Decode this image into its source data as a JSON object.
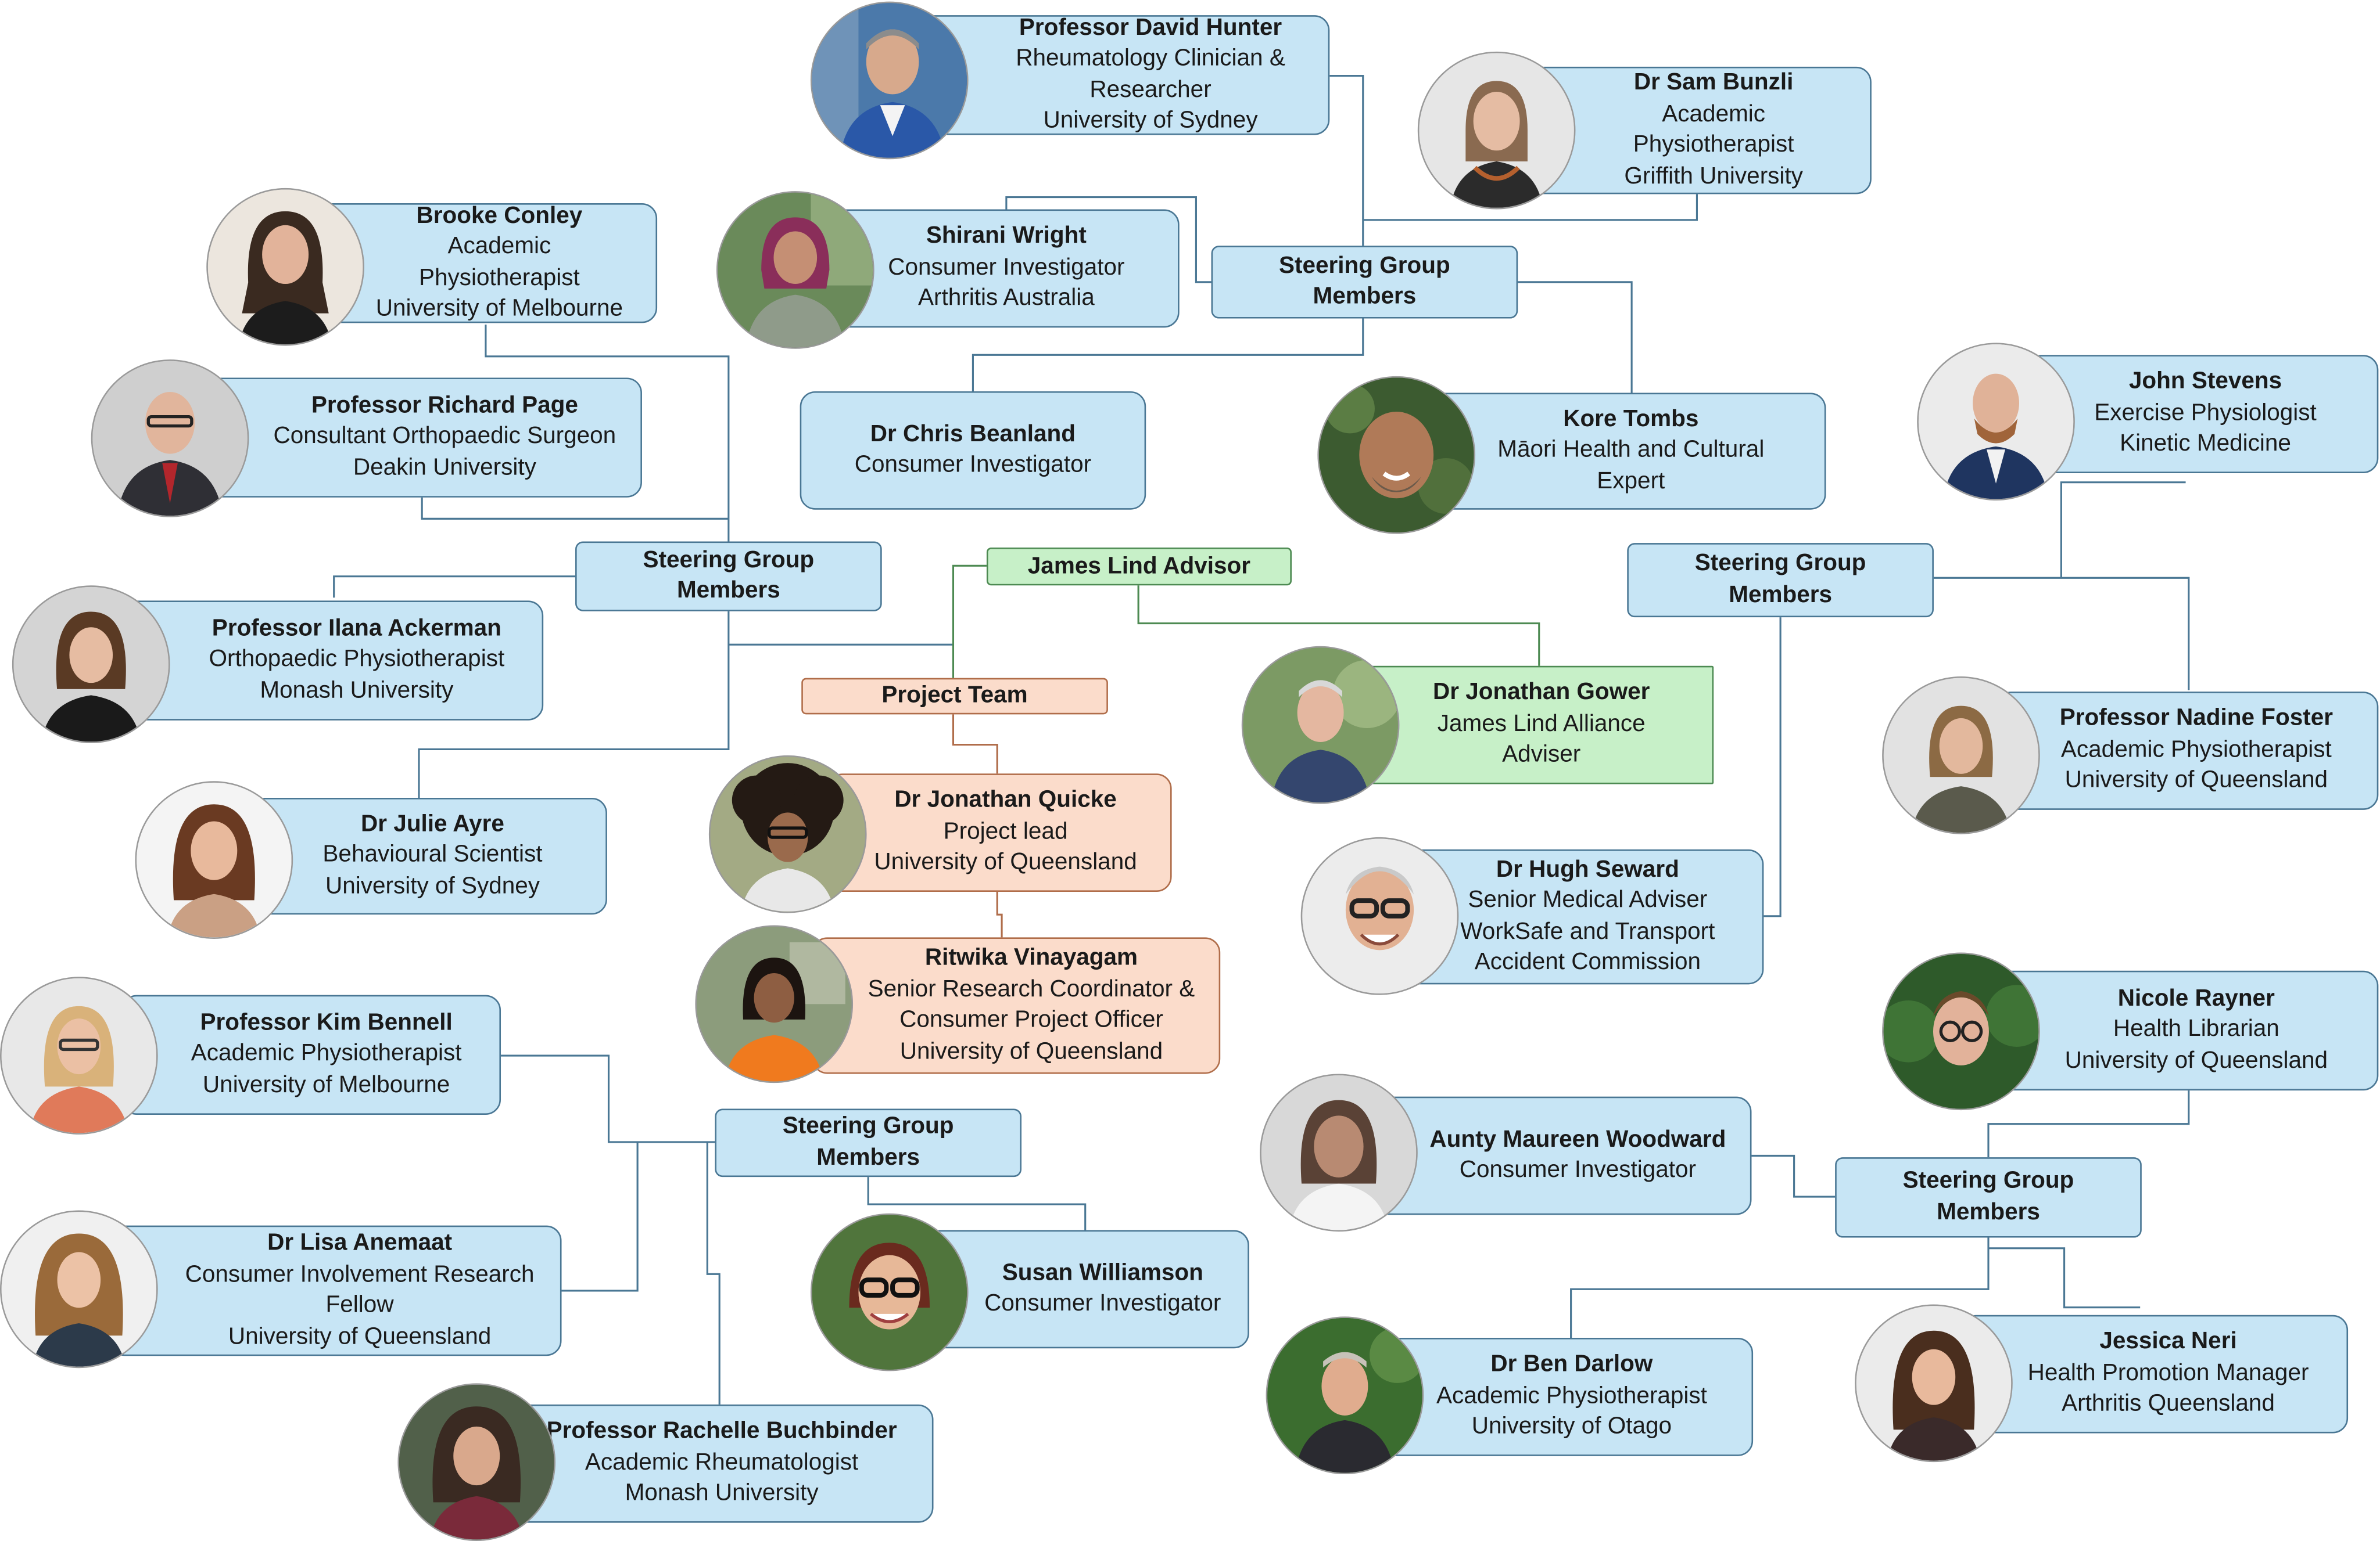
{
  "colors": {
    "card_blue": "#c7e5f5",
    "card_green": "#c7f0c8",
    "card_peach": "#fbdccb",
    "connector": "#4a7794",
    "connector_green": "#4d8a52",
    "connector_peach": "#b06d4a"
  },
  "labels": {
    "steering_group": "Steering Group Members",
    "james_lind": "James Lind Advisor",
    "project_team": "Project Team"
  },
  "people": [
    {
      "name": "Professor David Hunter",
      "lines": [
        "Rheumatology Clinician &",
        "Researcher",
        "University of Sydney"
      ],
      "icon": "portrait-photo-icon"
    },
    {
      "name": "Dr Sam Bunzli",
      "lines": [
        "Academic",
        "Physiotherapist",
        "Griffith University"
      ],
      "icon": "portrait-photo-icon"
    },
    {
      "name": "Brooke Conley",
      "lines": [
        "Academic",
        "Physiotherapist",
        "University of Melbourne"
      ],
      "icon": "portrait-photo-icon"
    },
    {
      "name": "Shirani Wright",
      "lines": [
        "Consumer Investigator",
        "Arthritis Australia"
      ],
      "icon": "portrait-photo-icon"
    },
    {
      "name": "Professor Richard Page",
      "lines": [
        "Consultant Orthopaedic Surgeon",
        "Deakin University"
      ],
      "icon": "portrait-photo-icon"
    },
    {
      "name": "Dr Chris Beanland",
      "lines": [
        "Consumer Investigator"
      ]
    },
    {
      "name": "Kore Tombs",
      "lines": [
        "Māori Health and Cultural",
        "Expert"
      ],
      "icon": "portrait-photo-icon"
    },
    {
      "name": "John Stevens",
      "lines": [
        "Exercise Physiologist",
        "Kinetic Medicine"
      ],
      "icon": "portrait-photo-icon"
    },
    {
      "name": "Professor Ilana Ackerman",
      "lines": [
        "Orthopaedic Physiotherapist",
        "Monash University"
      ],
      "icon": "portrait-photo-icon"
    },
    {
      "name": "Dr Jonathan Gower",
      "lines": [
        "James Lind Alliance",
        "Adviser"
      ],
      "icon": "portrait-photo-icon"
    },
    {
      "name": "Professor Nadine Foster",
      "lines": [
        "Academic Physiotherapist",
        "University of Queensland"
      ],
      "icon": "portrait-photo-icon"
    },
    {
      "name": "Dr Julie Ayre",
      "lines": [
        "Behavioural Scientist",
        "University of Sydney"
      ],
      "icon": "portrait-photo-icon"
    },
    {
      "name": "Dr Jonathan Quicke",
      "lines": [
        "Project lead",
        "University of Queensland"
      ],
      "icon": "portrait-photo-icon"
    },
    {
      "name": "Dr Hugh Seward",
      "lines": [
        "Senior Medical Adviser",
        "WorkSafe and Transport",
        "Accident Commission"
      ],
      "icon": "portrait-photo-icon"
    },
    {
      "name": "Ritwika Vinayagam",
      "lines": [
        "Senior Research Coordinator &",
        "Consumer Project Officer",
        "University of Queensland"
      ],
      "icon": "portrait-photo-icon"
    },
    {
      "name": "Nicole Rayner",
      "lines": [
        "Health Librarian",
        "University of Queensland"
      ],
      "icon": "portrait-photo-icon"
    },
    {
      "name": "Professor Kim Bennell",
      "lines": [
        "Academic Physiotherapist",
        "University of Melbourne"
      ],
      "icon": "portrait-photo-icon"
    },
    {
      "name": "Aunty Maureen Woodward",
      "lines": [
        "Consumer Investigator"
      ],
      "icon": "portrait-photo-icon"
    },
    {
      "name": "Dr Lisa Anemaat",
      "lines": [
        "Consumer Involvement Research",
        "Fellow",
        "University of Queensland"
      ],
      "icon": "portrait-photo-icon"
    },
    {
      "name": "Susan Williamson",
      "lines": [
        "Consumer Investigator"
      ],
      "icon": "portrait-photo-icon"
    },
    {
      "name": "Dr Ben Darlow",
      "lines": [
        "Academic Physiotherapist",
        "University of Otago"
      ],
      "icon": "portrait-photo-icon"
    },
    {
      "name": "Jessica Neri",
      "lines": [
        "Health Promotion Manager",
        "Arthritis Queensland"
      ],
      "icon": "portrait-photo-icon"
    },
    {
      "name": "Professor Rachelle Buchbinder",
      "lines": [
        "Academic Rheumatologist",
        "Monash University"
      ],
      "icon": "portrait-photo-icon"
    }
  ]
}
